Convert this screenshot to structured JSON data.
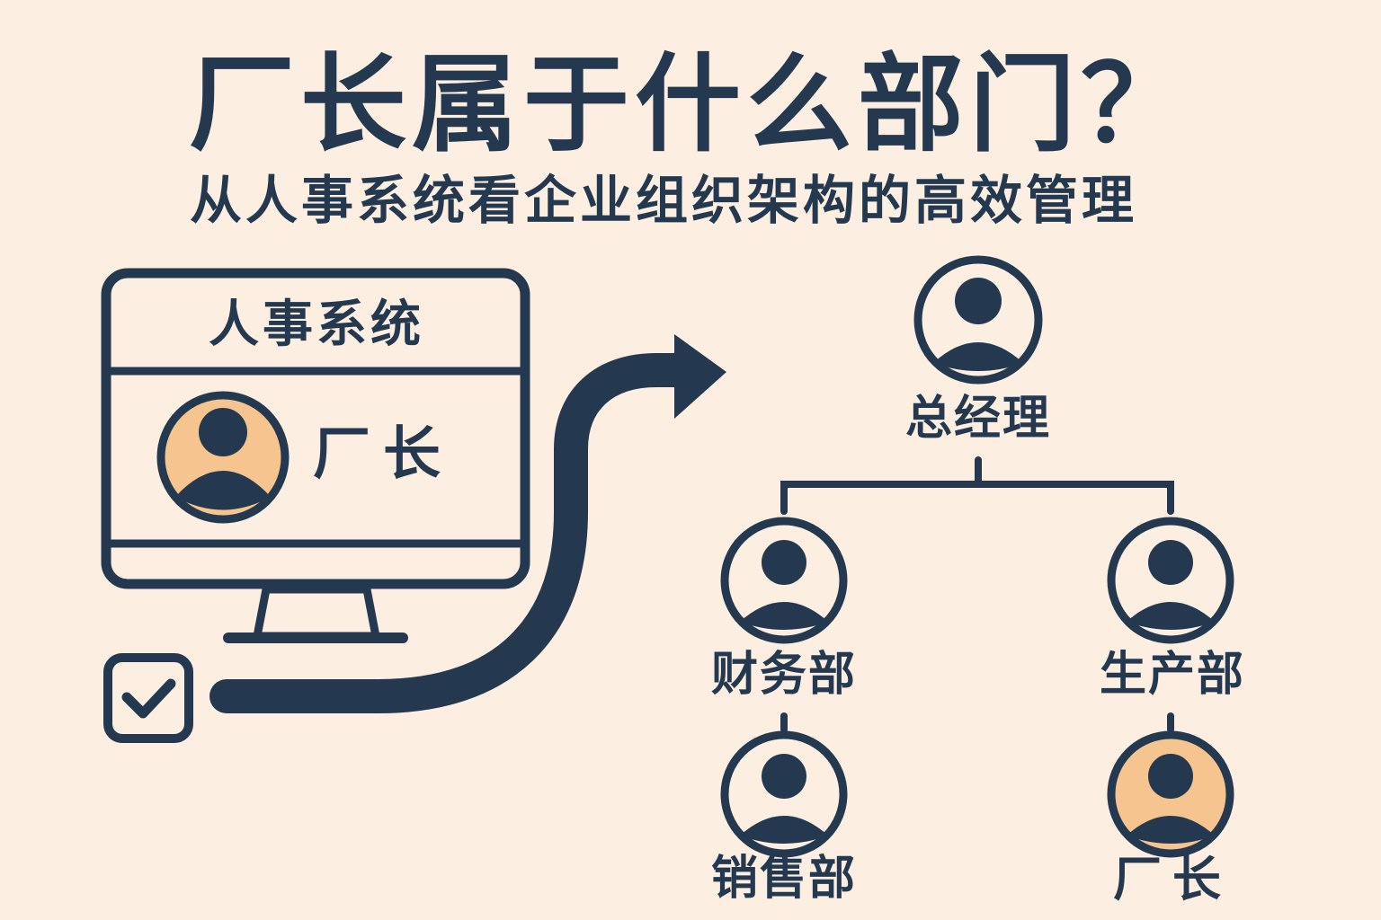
{
  "header": {
    "title": "厂长属于什么部门？",
    "subtitle": "从人事系统看企业组织架构的高效管理"
  },
  "hr_system": {
    "title": "人事系统",
    "record_name": "厂长",
    "avatar_icon": "person-icon",
    "check_icon": "checkbox-checked-icon",
    "arrow_icon": "curved-arrow-icon"
  },
  "org_chart": {
    "general_manager": "总经理",
    "finance_dept": "财务部",
    "production_dept": "生产部",
    "sales_dept": "销售部",
    "factory_manager": "厂长"
  },
  "colors": {
    "background": "#fcefe1",
    "ink": "#243950",
    "highlight": "#f5c48f"
  }
}
